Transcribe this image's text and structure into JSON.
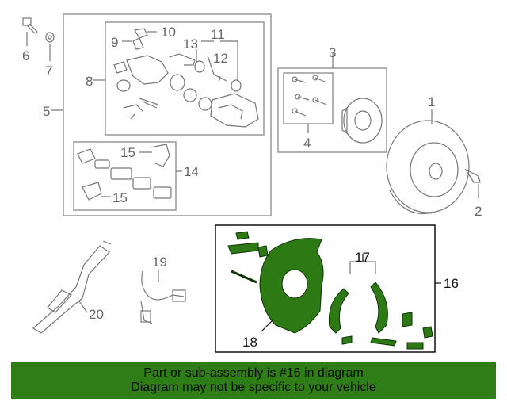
{
  "callouts": {
    "c1": "1",
    "c2": "2",
    "c3": "3",
    "c4": "4",
    "c5": "5",
    "c6": "6",
    "c7": "7",
    "c8": "8",
    "c9": "9",
    "c10": "10",
    "c11": "11",
    "c12": "12",
    "c13": "13",
    "c14": "14",
    "c15a": "15",
    "c15b": "15",
    "c16": "16",
    "c17": "17",
    "c18": "18",
    "c19": "19",
    "c20": "20"
  },
  "banner": {
    "line1": "Part or sub-assembly is #16 in diagram",
    "line2": "Diagram may not be specific to your vehicle"
  },
  "colors": {
    "highlight": "#2e7d16",
    "banner": "#2e7d16"
  }
}
